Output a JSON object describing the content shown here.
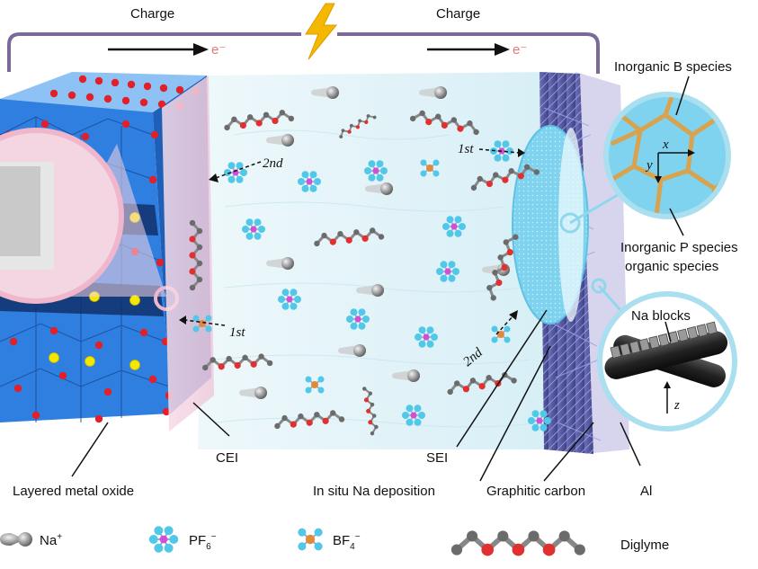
{
  "top": {
    "charge_left": "Charge",
    "charge_right": "Charge",
    "electron_left": "e⁻",
    "electron_right": "e⁻"
  },
  "labels": {
    "inorganic_b": "Inorganic B species",
    "inorganic_p_line1": "Inorganic P species",
    "inorganic_p_line2": "organic species",
    "na_blocks": "Na blocks",
    "axis_x": "x",
    "axis_y": "y",
    "axis_z": "z",
    "cei": "CEI",
    "sei": "SEI",
    "layered_metal_oxide": "Layered metal oxide",
    "in_situ_na": "In situ Na deposition",
    "graphitic_carbon": "Graphitic carbon",
    "al": "Al",
    "first_left": "1st",
    "second_left": "2nd",
    "first_right": "1st",
    "second_right": "2nd"
  },
  "legend": {
    "na": "Na",
    "na_sup": "+",
    "pf6": "PF",
    "pf6_sub": "6",
    "pf6_sup": "−",
    "bf4": "BF",
    "bf4_sub": "4",
    "bf4_sup": "−",
    "diglyme": "Diglyme"
  },
  "colors": {
    "circuit": "#7b6a98",
    "bolt": "#f5b800",
    "electrolyte": "#dff2f8",
    "oxide_blue": "#2f7fe0",
    "oxygen_red": "#e0202a",
    "sodium_yellow": "#f4e800",
    "sei_blue": "#7fd3ee",
    "carbon_purple": "#5b5fa8",
    "inorganic_gold": "#d9a24e",
    "pf6_cyan": "#52c8e8",
    "pf6_center": "#d34fd0",
    "bf4_orange": "#e08a3a"
  }
}
